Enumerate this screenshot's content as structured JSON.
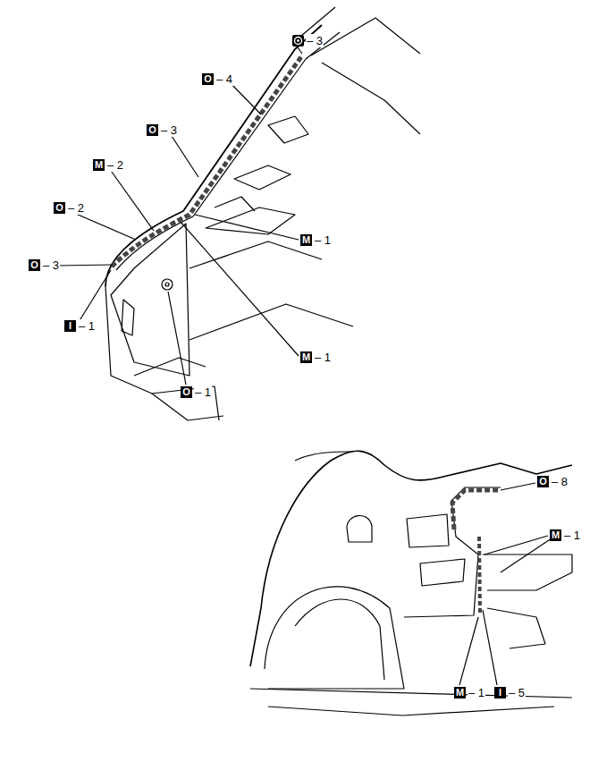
{
  "diagram": {
    "labels": [
      "– 3",
      "O",
      "– 4",
      "O",
      "– 3",
      "M",
      "– 2",
      "O",
      "– 2",
      "M",
      "– 1",
      "O",
      "– 3",
      "I",
      "– 1",
      "M",
      "– 1",
      "O",
      "– 1",
      "O",
      "– 8",
      "M",
      "– 1",
      "M",
      "– 1",
      "I",
      "– 5"
    ]
  }
}
